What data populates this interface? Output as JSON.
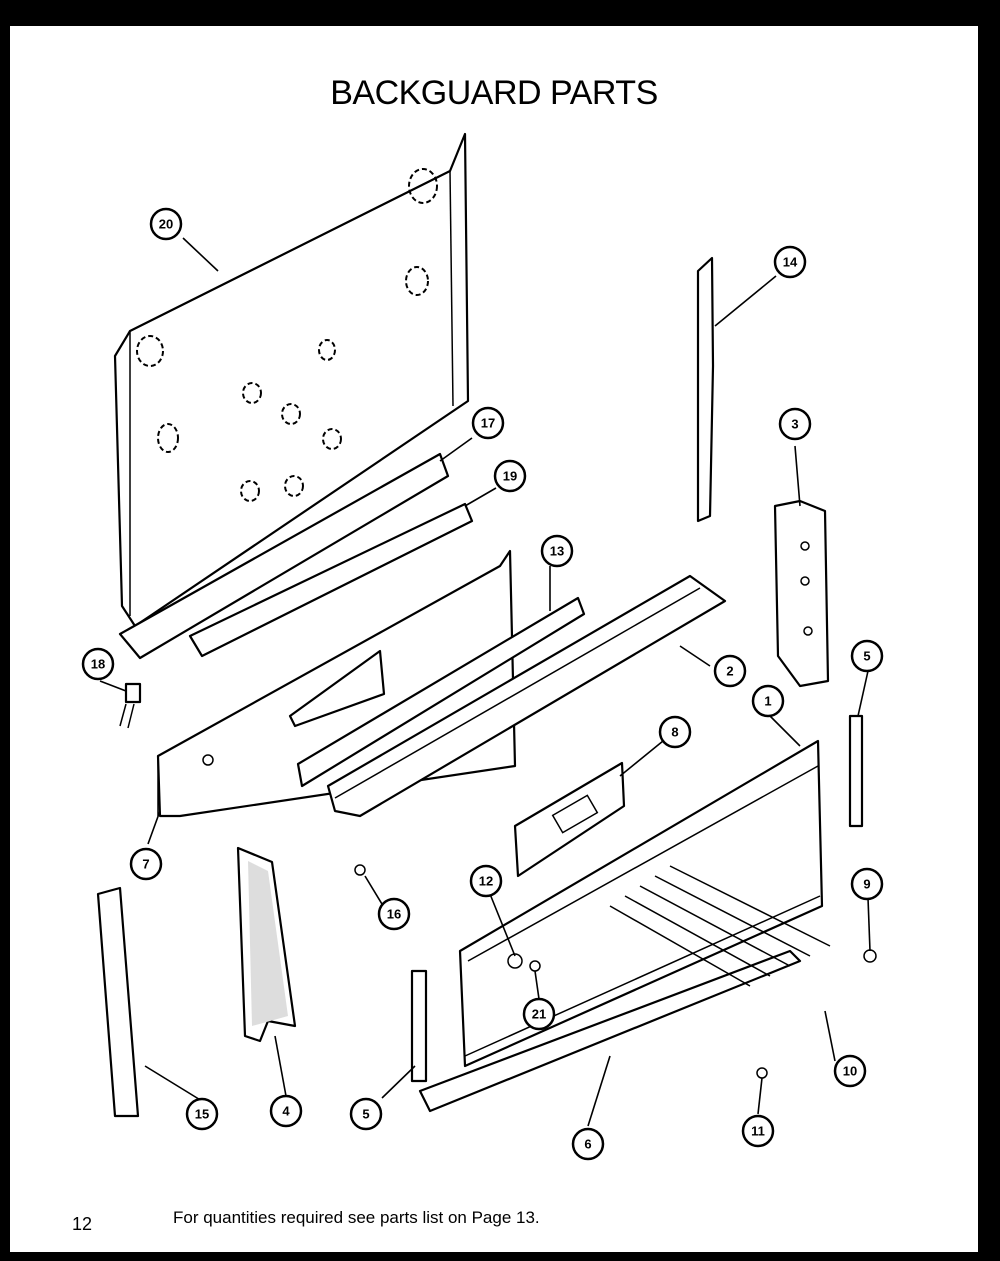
{
  "title": "BACKGUARD PARTS",
  "page_number": "12",
  "footnote": "For quantities required see parts list on Page 13.",
  "callouts": [
    "20",
    "14",
    "17",
    "19",
    "3",
    "13",
    "18",
    "2",
    "5",
    "1",
    "8",
    "7",
    "12",
    "9",
    "16",
    "21",
    "10",
    "15",
    "4",
    "5",
    "11",
    "6"
  ]
}
